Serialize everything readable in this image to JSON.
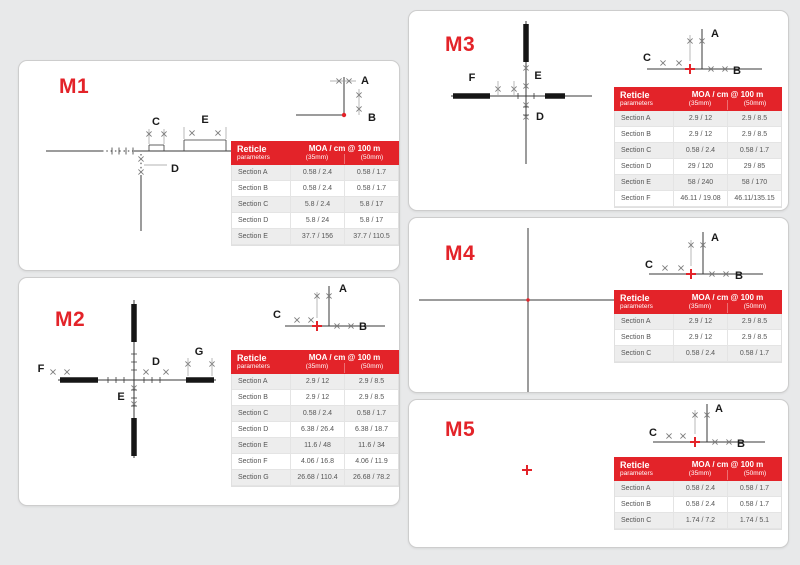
{
  "page": {
    "bg_color": "#e8e9ea",
    "accent_red": "#e32329",
    "panel_bg": "#ffffff"
  },
  "table_header": {
    "col1_line1": "Reticle",
    "col1_line2": "parameters",
    "col2_title": "MOA / cm @ 100 m",
    "sub_35": "(35mm)",
    "sub_50": "(50mm)"
  },
  "panels": {
    "m1": {
      "label": "M1",
      "letters": {
        "a": "A",
        "b": "B",
        "c": "C",
        "d": "D",
        "e": "E"
      },
      "rows": [
        {
          "name": "Section A",
          "v35": "0.58 / 2.4",
          "v50": "0.58 / 1.7"
        },
        {
          "name": "Section B",
          "v35": "0.58 / 2.4",
          "v50": "0.58 / 1.7"
        },
        {
          "name": "Section C",
          "v35": "5.8 / 2.4",
          "v50": "5.8 / 17"
        },
        {
          "name": "Section D",
          "v35": "5.8 / 24",
          "v50": "5.8 / 17"
        },
        {
          "name": "Section E",
          "v35": "37.7 / 156",
          "v50": "37.7 / 110.5"
        }
      ]
    },
    "m2": {
      "label": "M2",
      "letters": {
        "a": "A",
        "b": "B",
        "c": "C",
        "d": "D",
        "e": "E",
        "f": "F",
        "g": "G"
      },
      "rows": [
        {
          "name": "Section A",
          "v35": "2.9 / 12",
          "v50": "2.9 / 8.5"
        },
        {
          "name": "Section B",
          "v35": "2.9 / 12",
          "v50": "2.9 / 8.5"
        },
        {
          "name": "Section C",
          "v35": "0.58 / 2.4",
          "v50": "0.58 / 1.7"
        },
        {
          "name": "Section D",
          "v35": "6.38 / 26.4",
          "v50": "6.38 / 18.7"
        },
        {
          "name": "Section E",
          "v35": "11.6 / 48",
          "v50": "11.6 / 34"
        },
        {
          "name": "Section F",
          "v35": "4.06 / 16.8",
          "v50": "4.06 / 11.9"
        },
        {
          "name": "Section G",
          "v35": "26.68 / 110.4",
          "v50": "26.68 / 78.2"
        }
      ]
    },
    "m3": {
      "label": "M3",
      "letters": {
        "a": "A",
        "b": "B",
        "c": "C",
        "d": "D",
        "e": "E",
        "f": "F"
      },
      "rows": [
        {
          "name": "Section A",
          "v35": "2.9 / 12",
          "v50": "2.9 / 8.5"
        },
        {
          "name": "Section B",
          "v35": "2.9 / 12",
          "v50": "2.9 / 8.5"
        },
        {
          "name": "Section C",
          "v35": "0.58 / 2.4",
          "v50": "0.58 / 1.7"
        },
        {
          "name": "Section D",
          "v35": "29 / 120",
          "v50": "29 / 85"
        },
        {
          "name": "Section E",
          "v35": "58 / 240",
          "v50": "58 / 170"
        },
        {
          "name": "Section F",
          "v35": "46.11 / 19.08",
          "v50": "46.11/135.15"
        }
      ]
    },
    "m4": {
      "label": "M4",
      "letters": {
        "a": "A",
        "b": "B",
        "c": "C"
      },
      "rows": [
        {
          "name": "Section A",
          "v35": "2.9 / 12",
          "v50": "2.9 / 8.5"
        },
        {
          "name": "Section B",
          "v35": "2.9 / 12",
          "v50": "2.9 / 8.5"
        },
        {
          "name": "Section C",
          "v35": "0.58 / 2.4",
          "v50": "0.58 / 1.7"
        }
      ]
    },
    "m5": {
      "label": "M5",
      "letters": {
        "a": "A",
        "b": "B",
        "c": "C"
      },
      "rows": [
        {
          "name": "Section A",
          "v35": "0.58 / 2.4",
          "v50": "0.58 / 1.7"
        },
        {
          "name": "Section B",
          "v35": "0.58 / 2.4",
          "v50": "0.58 / 1.7"
        },
        {
          "name": "Section C",
          "v35": "1.74 / 7.2",
          "v50": "1.74 / 5.1"
        }
      ]
    }
  }
}
